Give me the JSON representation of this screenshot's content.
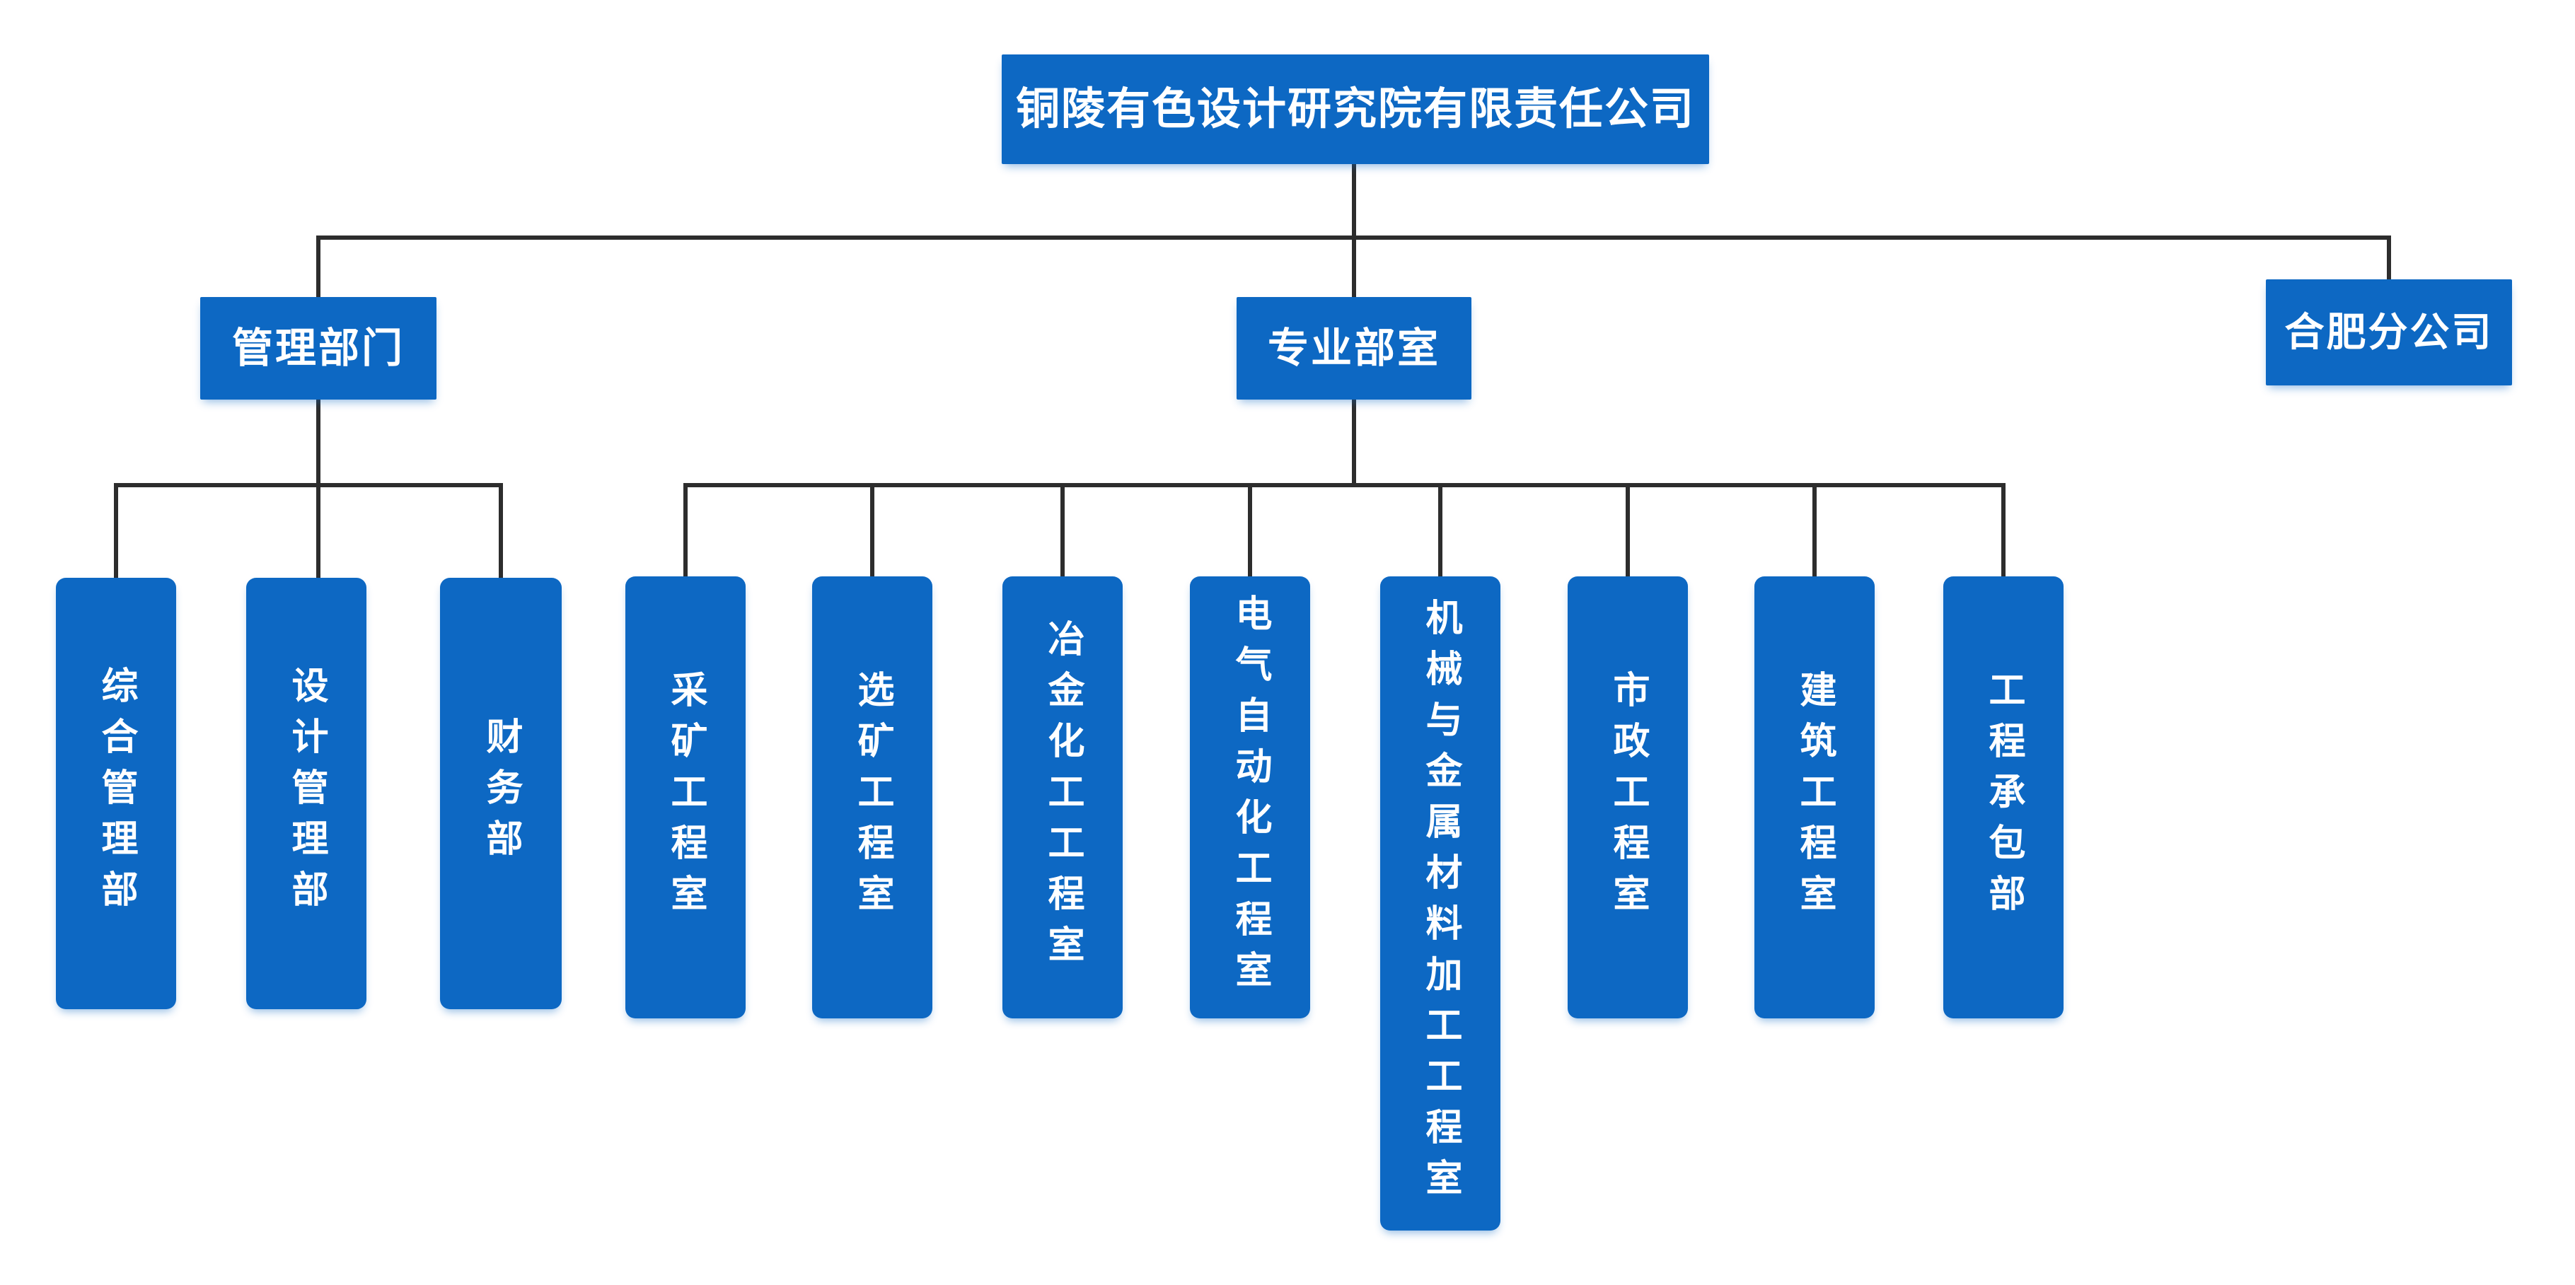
{
  "colors": {
    "node_fill": "#0d68c3",
    "node_text": "#ffffff",
    "connector": "#2d2d2d",
    "background": "#ffffff"
  },
  "org": {
    "root": {
      "label": "铜陵有色设计研究院有限责任公司"
    },
    "branches": [
      {
        "label": "管理部门",
        "children": [
          {
            "label": "综合管理部"
          },
          {
            "label": "设计管理部"
          },
          {
            "label": "财务部"
          }
        ]
      },
      {
        "label": "专业部室",
        "children": [
          {
            "label": "采矿工程室"
          },
          {
            "label": "选矿工程室"
          },
          {
            "label": "冶金化工工程室"
          },
          {
            "label": "电气自动化工程室"
          },
          {
            "label": "机械与金属材料加工工程室"
          },
          {
            "label": "市政工程室"
          },
          {
            "label": "建筑工程室"
          },
          {
            "label": "工程承包部"
          }
        ]
      },
      {
        "label": "合肥分公司",
        "children": []
      }
    ]
  }
}
